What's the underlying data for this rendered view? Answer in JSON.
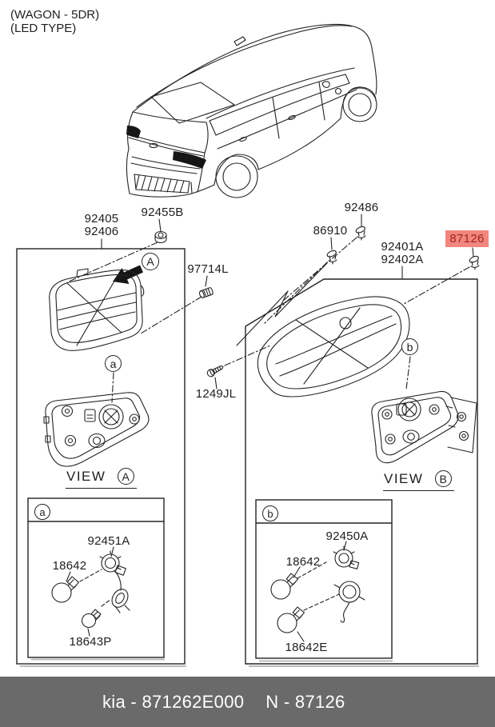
{
  "title": {
    "line1": "(WAGON - 5DR)",
    "line2": "(LED TYPE)"
  },
  "parts": {
    "inner_lamp_a": "92405",
    "inner_lamp_b": "92406",
    "nut": "92455B",
    "bolt": "97714L",
    "clip_top": "92486",
    "clip_mid": "86910",
    "outer_lamp_a": "92401A",
    "outer_lamp_b": "92402A",
    "highlight": "87126",
    "screw": "1249JL",
    "holder_a": "92451A",
    "bulb_a": "18642",
    "bulb_a2": "18643P",
    "holder_b": "92450A",
    "bulb_b": "18642",
    "bulb_b2": "18642E"
  },
  "views": {
    "word": "VIEW",
    "A": "A",
    "B": "B",
    "a": "a",
    "b": "b"
  },
  "footer": {
    "left": "kia - 871262E000",
    "right": "N - 87126"
  },
  "colors": {
    "highlight_bg": "#f1867f",
    "highlight_text": "#a0241d",
    "footer_bg": "#6a6a6a",
    "footer_text": "#ffffff",
    "line": "#222222"
  }
}
